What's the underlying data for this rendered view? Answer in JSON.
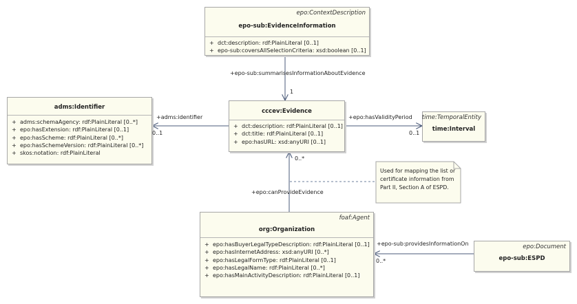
{
  "classes": {
    "evidence_information": {
      "stereotype": "epo:ContextDescription",
      "name": "epo-sub:EvidenceInformation",
      "attributes": [
        {
          "vis": "+",
          "text": "dct:description: rdf:PlainLiteral [0..1]"
        },
        {
          "vis": "+",
          "text": "epo-sub:coversAllSelectionCriteria: xsd:boolean [0..1]"
        }
      ]
    },
    "identifier": {
      "name": "adms:Identifier",
      "attributes": [
        {
          "vis": "+",
          "text": "adms:schemaAgency: rdf:PlainLiteral [0..*]"
        },
        {
          "vis": "+",
          "text": "epo:hasExtension: rdf:PlainLiteral [0..1]"
        },
        {
          "vis": "+",
          "text": "epo:hasScheme: rdf:PlainLiteral [0..*]"
        },
        {
          "vis": "+",
          "text": "epo:hasSchemeVersion: rdf:PlainLiteral [0..*]"
        },
        {
          "vis": "+",
          "text": "skos:notation: rdf:PlainLiteral"
        }
      ]
    },
    "evidence": {
      "name": "cccev:Evidence",
      "attributes": [
        {
          "vis": "+",
          "text": "dct:description: rdf:PlainLiteral [0..1]"
        },
        {
          "vis": "+",
          "text": "dct:title: rdf:PlainLiteral [0..1]"
        },
        {
          "vis": "+",
          "text": "epo:hasURL: xsd:anyURI [0..1]"
        }
      ]
    },
    "temporal_entity": {
      "stereotype": "time:TemporalEntity",
      "name": "time:Interval"
    },
    "organization": {
      "stereotype": "foaf:Agent",
      "name": "org:Organization",
      "attributes": [
        {
          "vis": "+",
          "text": "epo:hasBuyerLegalTypeDescription: rdf:PlainLiteral [0..1]"
        },
        {
          "vis": "+",
          "text": "epo:hasInternetAddress: xsd:anyURI [0..*]"
        },
        {
          "vis": "+",
          "text": "epo:hasLegalFormType: rdf:PlainLiteral [0..1]"
        },
        {
          "vis": "+",
          "text": "epo:hasLegalName: rdf:PlainLiteral [0..*]"
        },
        {
          "vis": "+",
          "text": "epo:hasMainActivityDescription: rdf:PlainLiteral [0..1]"
        }
      ]
    },
    "espd": {
      "stereotype": "epo:Document",
      "name": "epo-sub:ESPD"
    }
  },
  "associations": {
    "summarises": {
      "role": "+epo-sub:summarisesInformationAboutEvidence",
      "multiplicity": "1"
    },
    "identifier": {
      "role": "+adms:identifier",
      "multiplicity": "0..1"
    },
    "validity": {
      "role": "+epo:hasValidityPeriod",
      "multiplicity": "0..1"
    },
    "can_provide": {
      "role": "+epo:canProvideEvidence",
      "multiplicity": "0..*"
    },
    "provides_info": {
      "role": "+epo-sub:providesInformationOn",
      "multiplicity": "0..*"
    }
  },
  "note": {
    "text": "Used for mapping the list or certificate information from Part II, Section A of ESPD."
  }
}
